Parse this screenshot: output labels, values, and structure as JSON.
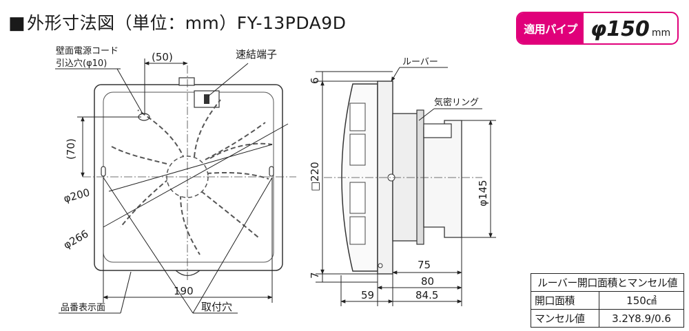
{
  "title": {
    "square": "■",
    "main": "外形寸法図（単位：mm）FY-13PDA9D"
  },
  "pipe_badge": {
    "label": "適用パイプ",
    "phi": "φ150",
    "unit": "mm",
    "accent_color": "#e0007a"
  },
  "front_view": {
    "cord_hole_label_1": "壁面電源コード",
    "cord_hole_label_2": "引込穴(φ10)",
    "quick_terminal_label": "速結端子",
    "dim_50": "(50)",
    "dim_70": "(70)",
    "dim_phi200": "φ200",
    "dim_phi266": "φ266",
    "dim_190": "190",
    "part_number_label": "品番表示面",
    "mount_hole_label": "取付穴"
  },
  "side_view": {
    "louver_label": "ルーバー",
    "seal_ring_label": "気密リング",
    "dim_6": "6",
    "dim_220": "□220",
    "dim_7": "7",
    "dim_phi145": "φ145",
    "dim_75": "75",
    "dim_80": "80",
    "dim_59": "59",
    "dim_84_5": "84.5"
  },
  "spec_table": {
    "header": "ルーバー開口面積とマンセル値",
    "rows": [
      {
        "key": "開口面積",
        "value": "150㎠"
      },
      {
        "key": "マンセル値",
        "value": "3.2Y8.9/0.6"
      }
    ]
  }
}
